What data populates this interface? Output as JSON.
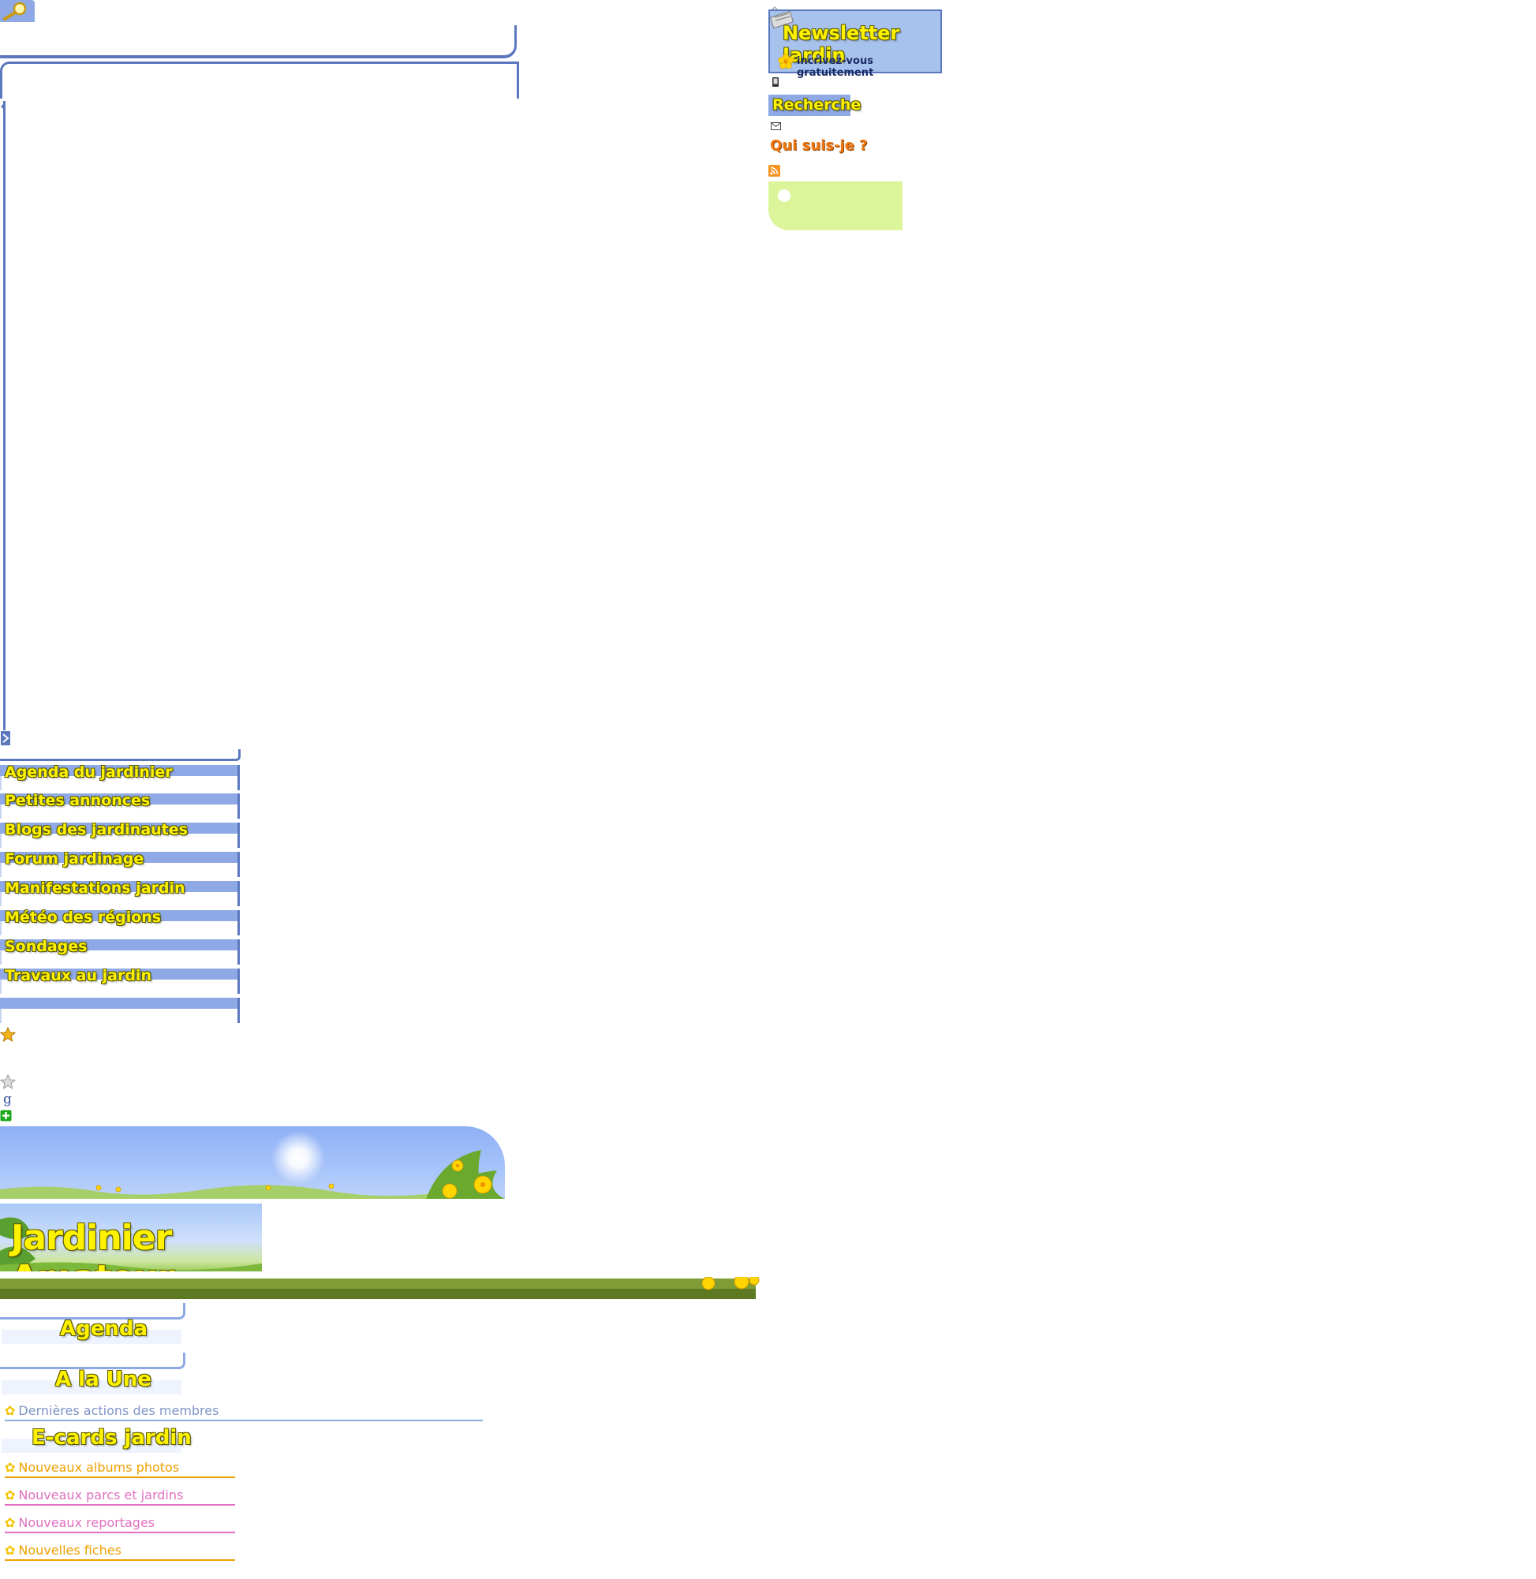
{
  "header": {
    "search_icon": "magnifier-icon"
  },
  "right_column": {
    "newsletter_title": "Newsletter Jardin",
    "newsletter_subtitle": "incrivez-vous gratuitement",
    "recherche_label": "Recherche",
    "qui_label": "Qui suis-je ?"
  },
  "menu": {
    "items": [
      {
        "label": "Agenda du jardinier"
      },
      {
        "label": "Petites annonces"
      },
      {
        "label": "Blogs des jardinautes"
      },
      {
        "label": "Forum jardinage"
      },
      {
        "label": "Manifestations jardin"
      },
      {
        "label": "Météo des régions"
      },
      {
        "label": "Sondages"
      },
      {
        "label": "Travaux au jardin"
      }
    ]
  },
  "social": {
    "g_label": "g"
  },
  "banner": {
    "logo_text": "Jardinier Amateur"
  },
  "sections": {
    "agenda": "Agenda",
    "une": "A la Une",
    "ecards": "E-cards jardin"
  },
  "links": {
    "membres": "Dernières actions des membres",
    "albums": "Nouveaux albums photos",
    "parcs": "Nouveaux parcs et jardins",
    "reportages": "Nouveaux reportages",
    "fiches": "Nouvelles fiches"
  },
  "colors": {
    "frame_blue": "#5b78be",
    "band_blue": "#8ea9e6",
    "title_yellow": "#fff200",
    "link_blue": "#7f94c8",
    "link_orange": "#f0a000",
    "link_pink": "#e070c0",
    "green_box": "#ddf59a"
  }
}
